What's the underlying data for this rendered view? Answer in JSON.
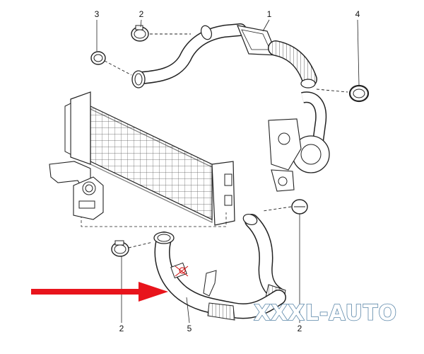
{
  "callouts": {
    "c1": "1",
    "c2_top": "2",
    "c3": "3",
    "c4": "4",
    "c2_bottom_left": "2",
    "c5": "5",
    "c2_bottom_right": "2"
  },
  "watermark": "XXXL-AUTO",
  "colors": {
    "line": "#222222",
    "arrow": "#e8141c",
    "watermark_fill": "#ffffff",
    "watermark_stroke": "#5a86a8"
  }
}
